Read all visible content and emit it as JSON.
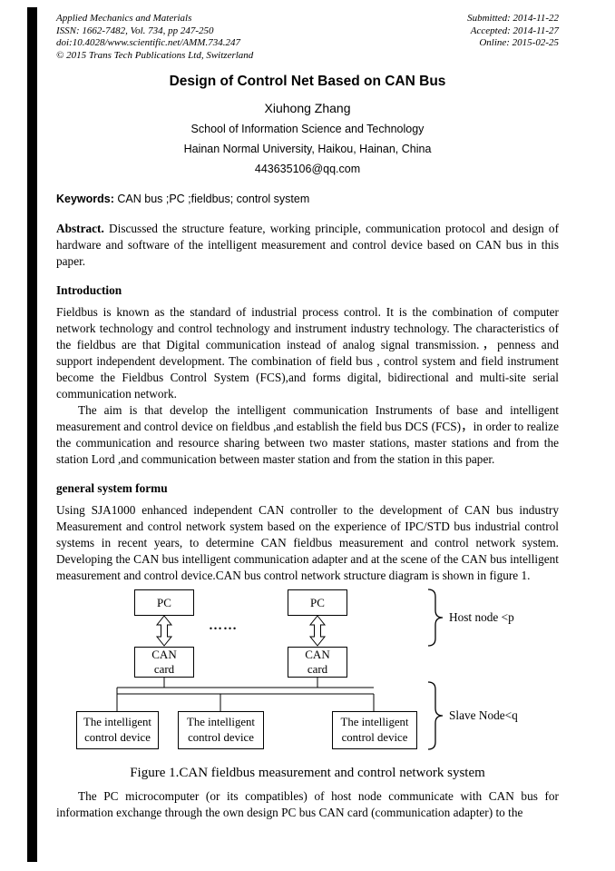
{
  "header": {
    "left_lines": [
      "Applied Mechanics and Materials",
      "ISSN: 1662-7482, Vol. 734, pp 247-250",
      "doi:10.4028/www.scientific.net/AMM.734.247",
      "© 2015 Trans Tech Publications Ltd, Switzerland"
    ],
    "right_lines": [
      "Submitted: 2014-11-22",
      "Accepted: 2014-11-27",
      "Online: 2015-02-25"
    ]
  },
  "title": "Design of  Control Net Based on CAN Bus",
  "author": "Xiuhong Zhang",
  "affiliation": {
    "line1": "School of Information Science and Technology",
    "line2": "Hainan Normal University, Haikou, Hainan, China",
    "email": "443635106@qq.com"
  },
  "keywords": {
    "label": "Keywords:",
    "text": " CAN bus ;PC ;fieldbus; control system"
  },
  "abstract": {
    "label": "Abstract.",
    "text": " Discussed the structure feature, working principle, communication protocol and design of hardware and software of the intelligent measurement and control device based on CAN bus in this paper."
  },
  "introduction": {
    "heading": "Introduction",
    "p1": "Fieldbus is known as  the standard of industrial process control. It is the combination of computer network technology and control technology and instrument industry technology. The characteristics of the fieldbus are that Digital communication instead of analog signal transmission.，penness and support independent development. The combination of field bus , control system and field instrument become the Fieldbus Control System (FCS),and forms digital, bidirectional and multi-site serial communication network.",
    "p2": "The aim is that develop the intelligent communication Instruments of base and  intelligent measurement and control device on fieldbus ,and establish the field bus DCS (FCS)，in order to realize the communication and resource sharing between  two master stations, master stations and from the station Lord ,and communication between master station and from the station in this paper."
  },
  "system": {
    "heading": "general system formu",
    "p1": "Using SJA1000 enhanced independent CAN controller to the development of CAN bus industry Measurement and control network system based on the experience of IPC/STD bus industrial control systems in recent years, to determine CAN fieldbus measurement and control network system. Developing the CAN bus intelligent communication adapter and at the scene of the CAN bus intelligent measurement and control device.CAN bus control network structure diagram is shown in figure 1.",
    "figure_caption": "Figure 1.CAN fieldbus measurement and control network system"
  },
  "figure": {
    "pc_label": "PC",
    "dots": "……",
    "can_card_line1": "CAN",
    "can_card_line2": "card",
    "device_line1": "The intelligent",
    "device_line2": "control device",
    "host_node_label": "Host node <p",
    "slave_node_label": "Slave Node<q"
  },
  "closing_paragraph": "The PC microcomputer (or its compatibles) of host node communicate with CAN bus for information exchange through the own design PC bus CAN card (communication adapter) to the"
}
